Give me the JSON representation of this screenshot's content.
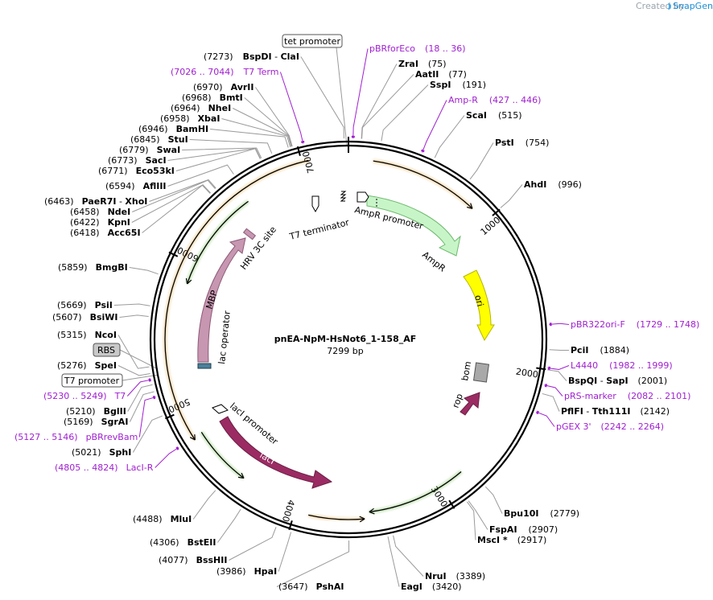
{
  "header": {
    "created_by": "Created by",
    "brand": "SnapGene"
  },
  "plasmid": {
    "name": "pnEA-NpM-HsNot6_1-158_AF",
    "length_label": "7299 bp",
    "length": 7299
  },
  "colors": {
    "primer": "#a020d0",
    "backbone": "#000000",
    "ampr": "#c8f5c8",
    "ori": "#ffff00",
    "laci": "#9b2c63",
    "rop": "#9b2c63",
    "mbp": "#c796b1",
    "bom": "#a9a9a9",
    "orf_orange": "#e8a33a",
    "orf_green": "#62b83d"
  },
  "tick_labels": [
    {
      "label": "1000",
      "bp": 1000
    },
    {
      "label": "2000",
      "bp": 2000
    },
    {
      "label": "3000",
      "bp": 3000
    },
    {
      "label": "4000",
      "bp": 4000
    },
    {
      "label": "5000",
      "bp": 5000
    },
    {
      "label": "6000",
      "bp": 6000
    },
    {
      "label": "7000",
      "bp": 7000
    }
  ],
  "labels_right": [
    {
      "id": "pbrforeco",
      "kind": "primer",
      "name": "pBRforEco",
      "pos": "(18 .. 36)",
      "bp": 27
    },
    {
      "id": "zrai",
      "kind": "site",
      "name": "ZraI",
      "pos": "(75)",
      "bp": 75
    },
    {
      "id": "aatii",
      "kind": "site",
      "name": "AatII",
      "pos": "(77)",
      "bp": 77
    },
    {
      "id": "sspi",
      "kind": "site",
      "name": "SspI",
      "pos": "(191)",
      "bp": 191
    },
    {
      "id": "amp-r-primer",
      "kind": "primer",
      "name": "Amp-R",
      "pos": "(427 .. 446)",
      "bp": 436
    },
    {
      "id": "scai",
      "kind": "site",
      "name": "ScaI",
      "pos": "(515)",
      "bp": 515
    },
    {
      "id": "psti",
      "kind": "site",
      "name": "PstI",
      "pos": "(754)",
      "bp": 754
    },
    {
      "id": "ahdi",
      "kind": "site",
      "name": "AhdI",
      "pos": "(996)",
      "bp": 996
    },
    {
      "id": "pbr322ori-f",
      "kind": "primer",
      "name": "pBR322ori-F",
      "pos": "(1729 .. 1748)",
      "bp": 1738
    },
    {
      "id": "pcii",
      "kind": "site",
      "name": "PciI",
      "pos": "(1884)",
      "bp": 1884
    },
    {
      "id": "l4440",
      "kind": "primer",
      "name": "L4440",
      "pos": "(1982 .. 1999)",
      "bp": 1990
    },
    {
      "id": "bspqi",
      "kind": "site",
      "name": "BspQI",
      "sep": " - ",
      "name2": "SapI",
      "pos": "(2001)",
      "bp": 2001
    },
    {
      "id": "prs-marker",
      "kind": "primer",
      "name": "pRS-marker",
      "pos": "(2082 .. 2101)",
      "bp": 2091
    },
    {
      "id": "pflfi",
      "kind": "site",
      "name": "PflFI",
      "sep": " - ",
      "name2": "Tth111I",
      "pos": "(2142)",
      "bp": 2142
    },
    {
      "id": "pgex3",
      "kind": "primer",
      "name": "pGEX 3'",
      "pos": "(2242 .. 2264)",
      "bp": 2253
    },
    {
      "id": "bpu10i",
      "kind": "site",
      "name": "Bpu10I",
      "pos": "(2779)",
      "bp": 2779
    },
    {
      "id": "fspai",
      "kind": "site",
      "name": "FspAI",
      "pos": "(2907)",
      "bp": 2907
    },
    {
      "id": "msci",
      "kind": "site",
      "name": "MscI *",
      "pos": "(2917)",
      "bp": 2917
    },
    {
      "id": "nrui",
      "kind": "site",
      "name": "NruI",
      "pos": "(3389)",
      "bp": 3389
    },
    {
      "id": "eagi",
      "kind": "site",
      "name": "EagI",
      "pos": "(3420)",
      "bp": 3420
    }
  ],
  "labels_left": [
    {
      "id": "bspdi",
      "kind": "site",
      "name": "BspDI",
      "sep": " - ",
      "name2": "ClaI",
      "pos": "(7273)",
      "bp": 7273
    },
    {
      "id": "t7-term",
      "kind": "primer",
      "name": "T7 Term",
      "pos": "(7026 .. 7044)",
      "bp": 7035
    },
    {
      "id": "avrii",
      "kind": "site",
      "name": "AvrII",
      "pos": "(6970)",
      "bp": 6970
    },
    {
      "id": "bmti",
      "kind": "site",
      "name": "BmtI",
      "pos": "(6968)",
      "bp": 6968
    },
    {
      "id": "nhei",
      "kind": "site",
      "name": "NheI",
      "pos": "(6964)",
      "bp": 6964
    },
    {
      "id": "xbai",
      "kind": "site",
      "name": "XbaI",
      "pos": "(6958)",
      "bp": 6958
    },
    {
      "id": "bamhi",
      "kind": "site",
      "name": "BamHI",
      "pos": "(6946)",
      "bp": 6946
    },
    {
      "id": "stui",
      "kind": "site",
      "name": "StuI",
      "pos": "(6845)",
      "bp": 6845
    },
    {
      "id": "swai",
      "kind": "site",
      "name": "SwaI",
      "pos": "(6779)",
      "bp": 6779
    },
    {
      "id": "saci",
      "kind": "site",
      "name": "SacI",
      "pos": "(6773)",
      "bp": 6773
    },
    {
      "id": "eco53ki",
      "kind": "site",
      "name": "Eco53kI",
      "pos": "(6771)",
      "bp": 6771
    },
    {
      "id": "afliii",
      "kind": "site",
      "name": "AflIII",
      "pos": "(6594)",
      "bp": 6594
    },
    {
      "id": "paer7i",
      "kind": "site",
      "name": "PaeR7I",
      "sep": " - ",
      "name2": "XhoI",
      "pos": "(6463)",
      "bp": 6463
    },
    {
      "id": "ndei",
      "kind": "site",
      "name": "NdeI",
      "pos": "(6458)",
      "bp": 6458
    },
    {
      "id": "kpni",
      "kind": "site",
      "name": "KpnI",
      "pos": "(6422)",
      "bp": 6422
    },
    {
      "id": "acc65i",
      "kind": "site",
      "name": "Acc65I",
      "pos": "(6418)",
      "bp": 6418
    },
    {
      "id": "bmgbi",
      "kind": "site",
      "name": "BmgBI",
      "pos": "(5859)",
      "bp": 5859
    },
    {
      "id": "psii",
      "kind": "site",
      "name": "PsiI",
      "pos": "(5669)",
      "bp": 5669
    },
    {
      "id": "bsiwi",
      "kind": "site",
      "name": "BsiWI",
      "pos": "(5607)",
      "bp": 5607
    },
    {
      "id": "ncoi",
      "kind": "site",
      "name": "NcoI",
      "pos": "(5315)",
      "bp": 5315
    },
    {
      "id": "spei",
      "kind": "site",
      "name": "SpeI",
      "pos": "(5276)",
      "bp": 5276
    },
    {
      "id": "t7-primer",
      "kind": "primer",
      "name": "T7",
      "pos": "(5230 .. 5249)",
      "bp": 5240
    },
    {
      "id": "bglii",
      "kind": "site",
      "name": "BglII",
      "pos": "(5210)",
      "bp": 5210
    },
    {
      "id": "sgrai",
      "kind": "site",
      "name": "SgrAI",
      "pos": "(5169)",
      "bp": 5169
    },
    {
      "id": "pbrrevbam",
      "kind": "primer",
      "name": "pBRrevBam",
      "pos": "(5127 .. 5146)",
      "bp": 5137
    },
    {
      "id": "sphi",
      "kind": "site",
      "name": "SphI",
      "pos": "(5021)",
      "bp": 5021
    },
    {
      "id": "laci-r",
      "kind": "primer",
      "name": "LacI-R",
      "pos": "(4805 .. 4824)",
      "bp": 4815
    },
    {
      "id": "mlui",
      "kind": "site",
      "name": "MluI",
      "pos": "(4488)",
      "bp": 4488
    },
    {
      "id": "bsteii",
      "kind": "site",
      "name": "BstEII",
      "pos": "(4306)",
      "bp": 4306
    },
    {
      "id": "bsshii",
      "kind": "site",
      "name": "BssHII",
      "pos": "(4077)",
      "bp": 4077
    },
    {
      "id": "hpai",
      "kind": "site",
      "name": "HpaI",
      "pos": "(3986)",
      "bp": 3986
    },
    {
      "id": "pshai",
      "kind": "site",
      "name": "PshAI",
      "pos": "(3647)",
      "bp": 3647
    }
  ],
  "boxed_labels": [
    {
      "id": "tet-promoter",
      "text": "tet promoter",
      "bp": 7299
    },
    {
      "id": "rbs",
      "text": "RBS",
      "bp": 5296
    },
    {
      "id": "t7-promoter",
      "text": "T7 promoter",
      "bp": 5260
    }
  ],
  "features": [
    {
      "id": "ampr",
      "label": "AmpR"
    },
    {
      "id": "ampr-promoter",
      "label": "AmpR promoter"
    },
    {
      "id": "t7-terminator",
      "label": "T7 terminator"
    },
    {
      "id": "ori",
      "label": "ori"
    },
    {
      "id": "bom",
      "label": "bom"
    },
    {
      "id": "rop",
      "label": "rop"
    },
    {
      "id": "laci",
      "label": "lacI"
    },
    {
      "id": "laci-promoter",
      "label": "lacI promoter"
    },
    {
      "id": "mbp",
      "label": "MBP"
    },
    {
      "id": "hrv-3c-site",
      "label": "HRV 3C site"
    },
    {
      "id": "lac-operator",
      "label": "lac operator"
    }
  ]
}
